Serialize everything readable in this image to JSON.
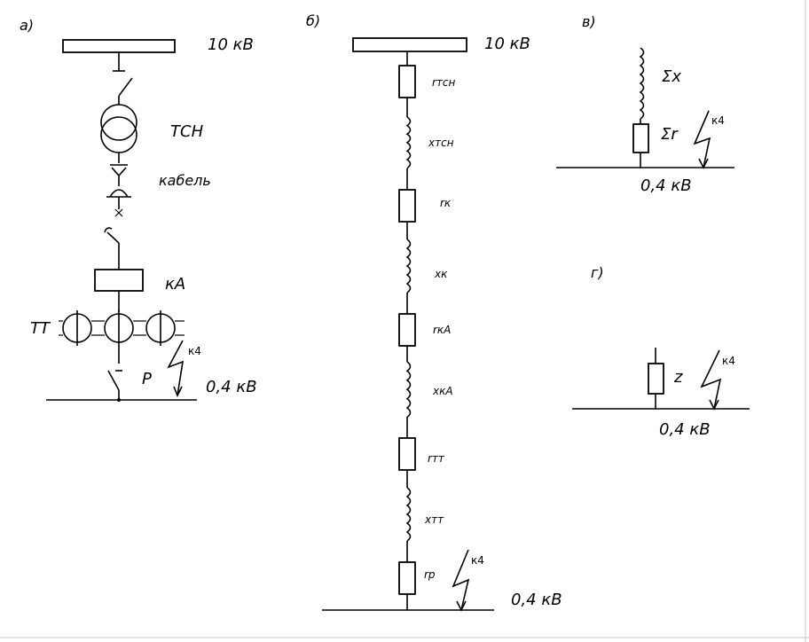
{
  "panels": {
    "a": {
      "tag": "а)",
      "bus_top_label": "10 кВ",
      "transformer_label": "ТСН",
      "cable_label": "кабель",
      "breaker_label": "кА",
      "ct_label": "ТТ",
      "switch_label": "Р",
      "fault_label": "к4",
      "bus_bottom_label": "0,4 кВ"
    },
    "b": {
      "tag": "б)",
      "bus_top_label": "10 кВ",
      "elements": [
        "rтсн",
        "xтсн",
        "rк",
        "xк",
        "rкА",
        "xкА",
        "rтт",
        "xтт",
        "rр"
      ],
      "fault_label": "к4",
      "bus_bottom_label": "0,4 кВ"
    },
    "c": {
      "tag": "в)",
      "sum_x_label": "Σx",
      "sum_r_label": "Σr",
      "fault_label": "к4",
      "bus_label": "0,4 кВ"
    },
    "d": {
      "tag": "г)",
      "z_label": "z",
      "fault_label": "к4",
      "bus_label": "0,4 кВ"
    }
  },
  "colors": {
    "line": "#000000",
    "background": "#ffffff"
  }
}
